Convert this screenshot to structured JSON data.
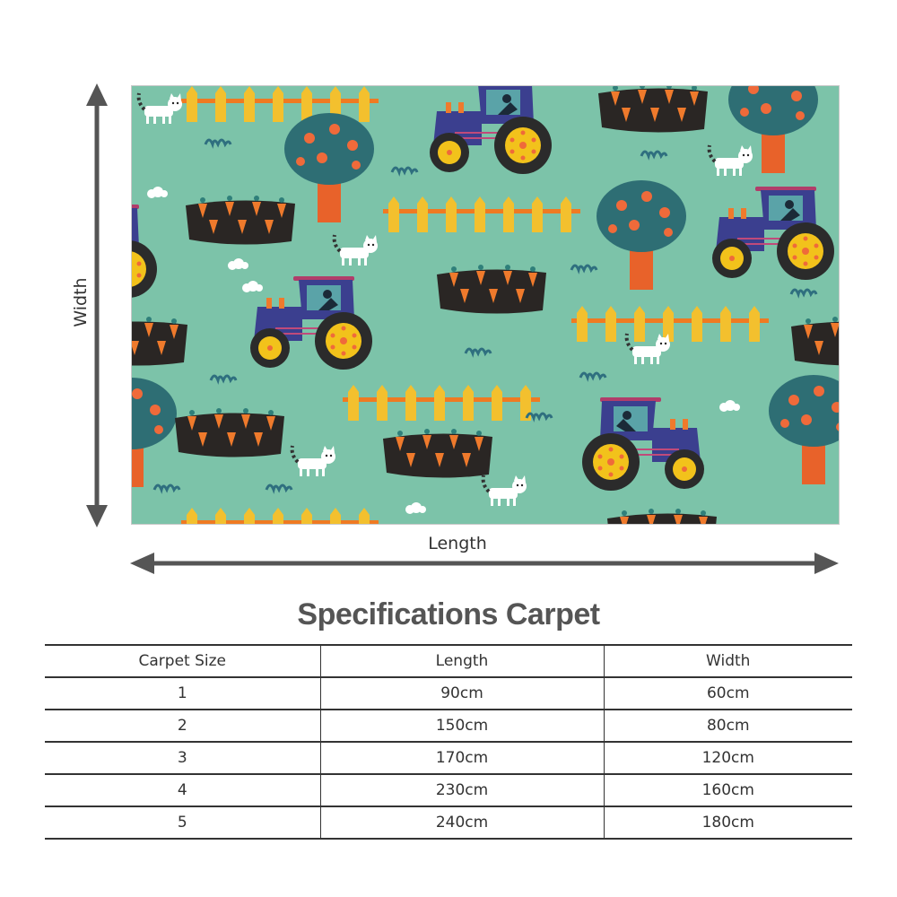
{
  "dimension_labels": {
    "length": "Length",
    "width": "Width"
  },
  "colors": {
    "rug_background": "#7cc3a9",
    "tractor_body": "#3b3f8f",
    "wheel_tire": "#2b2b2b",
    "wheel_hub": "#f2c21b",
    "fence": "#f3c02e",
    "fence_rail": "#ef7a22",
    "tree_crown": "#2e6e74",
    "tree_trunk": "#e8622a",
    "apple": "#ef6a3a",
    "soil": "#2a2624",
    "carrot": "#ef7a2c",
    "carrot_leaf": "#2f7f7a",
    "cat": "#ffffff",
    "grass": "#2f6f7f",
    "arrow": "#555555"
  },
  "rug_motifs": [
    "tractor",
    "apple-tree",
    "yellow-fence",
    "carrot-bed",
    "white-cat",
    "grass-tuft",
    "smoke-puff"
  ],
  "specifications": {
    "title": "Specifications Carpet",
    "headers": [
      "Carpet Size",
      "Length",
      "Width"
    ],
    "rows": [
      [
        "1",
        "90cm",
        "60cm"
      ],
      [
        "2",
        "150cm",
        "80cm"
      ],
      [
        "3",
        "170cm",
        "120cm"
      ],
      [
        "4",
        "230cm",
        "160cm"
      ],
      [
        "5",
        "240cm",
        "180cm"
      ]
    ]
  }
}
